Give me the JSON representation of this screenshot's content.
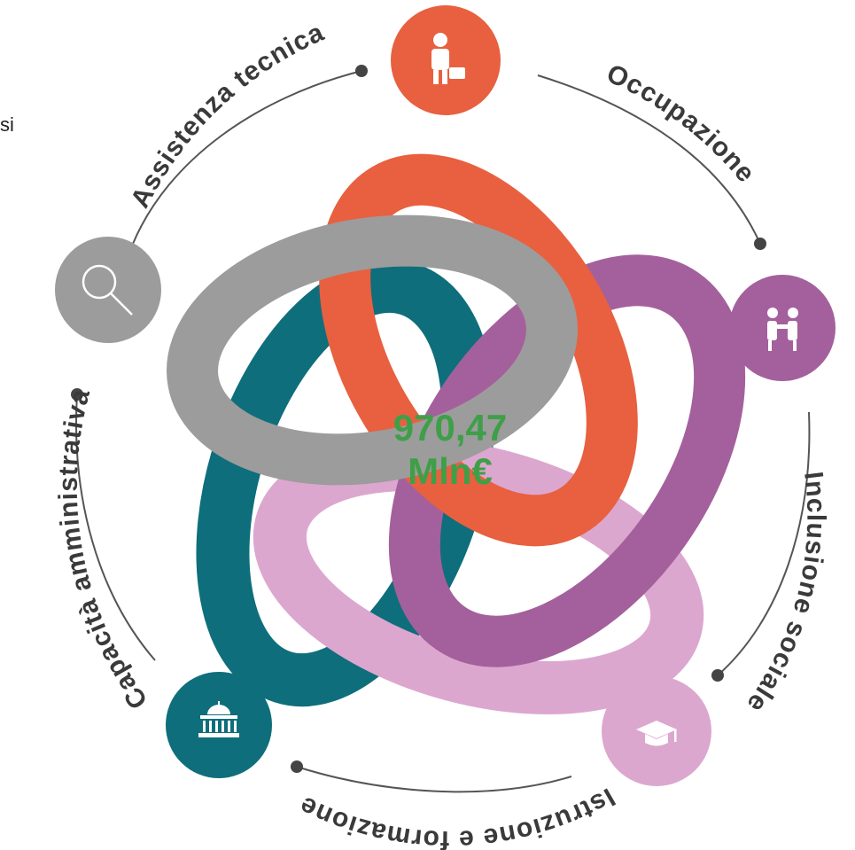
{
  "center": {
    "value": "970,47",
    "unit": "Mln€"
  },
  "stray_text": "si",
  "sectors": [
    {
      "label": "Occupazione",
      "icon": "businessman-icon",
      "color": "#e8603f"
    },
    {
      "label": "Inclusione sociale",
      "icon": "handshake-icon",
      "color": "#a4609c"
    },
    {
      "label": "Istruzione e formazione",
      "icon": "graduation-cap-icon",
      "color": "#dca7cf"
    },
    {
      "label": "Capacità amministrativa",
      "icon": "government-building-icon",
      "color": "#0f6e7b"
    },
    {
      "label": "Assistenza tecnica",
      "icon": "magnifier-icon",
      "color": "#9c9c9c"
    }
  ]
}
